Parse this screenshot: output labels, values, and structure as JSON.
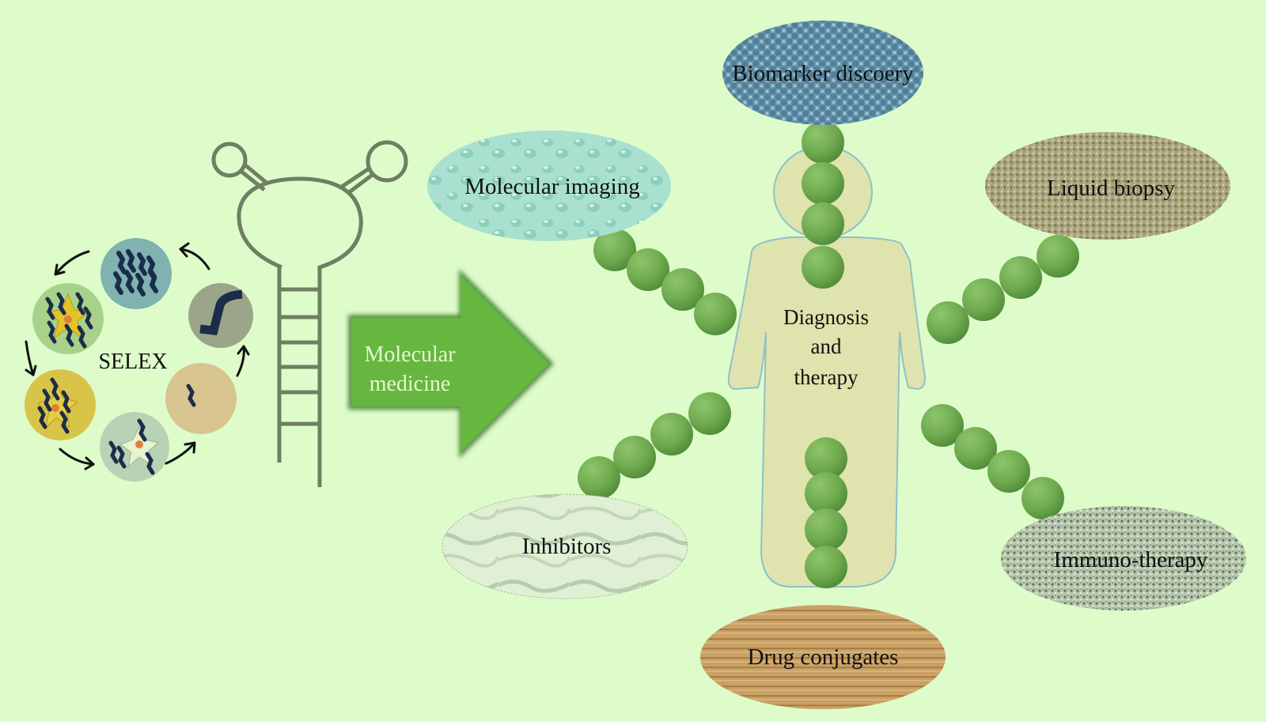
{
  "colors": {
    "background": "#ddfcca",
    "bead": "#6faa4f",
    "bead_dark": "#4f8a38",
    "bead_light": "#8ec56c",
    "arrow_fill": "#67b640",
    "arrow_edge": "#5a8f48",
    "aptamer_stroke": "#6f7f62",
    "body_fill": "#dfe3ad",
    "body_outline": "#8fc0c8",
    "strand": "#1b2d4a"
  },
  "selex": {
    "label": "SELEX",
    "steps": [
      {
        "name": "library-pool",
        "fill": "#7fb2b0"
      },
      {
        "name": "target-binding",
        "fill": "#a8d28a"
      },
      {
        "name": "incubation",
        "fill": "#d9c44a"
      },
      {
        "name": "counter-selection",
        "fill": "#b7d2b4"
      },
      {
        "name": "elution",
        "fill": "#d7c48e"
      },
      {
        "name": "amplification",
        "fill": "#9aa58a"
      }
    ]
  },
  "aptamer": {
    "icon": "aptamer-hairpin-icon"
  },
  "main_arrow": {
    "line1": "Molecular",
    "line2": "medicine"
  },
  "center": {
    "line1": "Diagnosis",
    "line2": "and",
    "line3": "therapy"
  },
  "applications": [
    {
      "id": "biomarker",
      "label": "Biomarker discoery",
      "texture": "woven-blue"
    },
    {
      "id": "imaging",
      "label": "Molecular imaging",
      "texture": "water-drops"
    },
    {
      "id": "liquid",
      "label": "Liquid biopsy",
      "texture": "khaki-speckle"
    },
    {
      "id": "inhibitors",
      "label": "Inhibitors",
      "texture": "marble"
    },
    {
      "id": "immuno",
      "label": "Immuno-therapy",
      "texture": "grey-speckle"
    },
    {
      "id": "drug",
      "label": "Drug conjugates",
      "texture": "wood-grain"
    }
  ]
}
